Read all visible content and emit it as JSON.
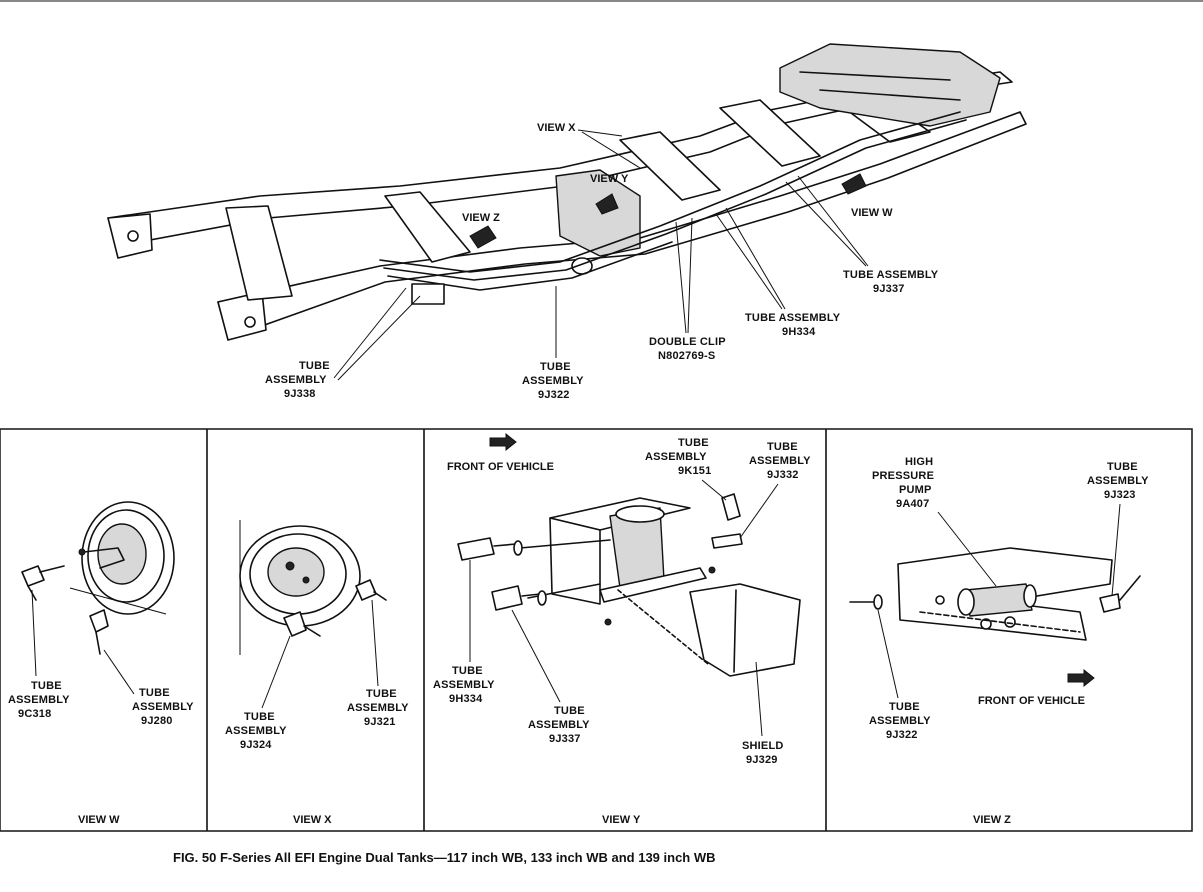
{
  "main_view": {
    "view_labels": {
      "x": "VIEW X",
      "y": "VIEW Y",
      "z": "VIEW Z",
      "w": "VIEW W"
    },
    "callouts": [
      {
        "id": "tube-9j337",
        "lines": [
          "TUBE ASSEMBLY",
          "9J337"
        ]
      },
      {
        "id": "tube-9h334",
        "lines": [
          "TUBE ASSEMBLY",
          "9H334"
        ]
      },
      {
        "id": "double-clip",
        "lines": [
          "DOUBLE CLIP",
          "N802769-S"
        ]
      },
      {
        "id": "tube-9j322",
        "lines": [
          "TUBE",
          "ASSEMBLY",
          "9J322"
        ]
      },
      {
        "id": "tube-9j338",
        "lines": [
          "TUBE",
          "ASSEMBLY",
          "9J338"
        ]
      }
    ]
  },
  "panels": [
    {
      "id": "view-w",
      "title": "VIEW W",
      "callouts": [
        {
          "id": "tube-9c318",
          "lines": [
            "TUBE",
            "ASSEMBLY",
            "9C318"
          ]
        },
        {
          "id": "tube-9j280",
          "lines": [
            "TUBE",
            "ASSEMBLY",
            "9J280"
          ]
        }
      ]
    },
    {
      "id": "view-x",
      "title": "VIEW X",
      "callouts": [
        {
          "id": "tube-9j324",
          "lines": [
            "TUBE",
            "ASSEMBLY",
            "9J324"
          ]
        },
        {
          "id": "tube-9j321",
          "lines": [
            "TUBE",
            "ASSEMBLY",
            "9J321"
          ]
        }
      ]
    },
    {
      "id": "view-y",
      "title": "VIEW Y",
      "front_label": "FRONT OF VEHICLE",
      "callouts": [
        {
          "id": "tube-9k151",
          "lines": [
            "TUBE",
            "ASSEMBLY",
            "9K151"
          ]
        },
        {
          "id": "tube-9j332",
          "lines": [
            "TUBE",
            "ASSEMBLY",
            "9J332"
          ]
        },
        {
          "id": "tube-9h334",
          "lines": [
            "TUBE",
            "ASSEMBLY",
            "9H334"
          ]
        },
        {
          "id": "tube-9j337",
          "lines": [
            "TUBE",
            "ASSEMBLY",
            "9J337"
          ]
        },
        {
          "id": "shield-9j329",
          "lines": [
            "SHIELD",
            "9J329"
          ]
        }
      ]
    },
    {
      "id": "view-z",
      "title": "VIEW Z",
      "front_label": "FRONT OF VEHICLE",
      "callouts": [
        {
          "id": "pump-9a407",
          "lines": [
            "HIGH",
            "PRESSURE",
            "PUMP",
            "9A407"
          ]
        },
        {
          "id": "tube-9j323",
          "lines": [
            "TUBE",
            "ASSEMBLY",
            "9J323"
          ]
        },
        {
          "id": "tube-9j322",
          "lines": [
            "TUBE",
            "ASSEMBLY",
            "9J322"
          ]
        }
      ]
    }
  ],
  "caption": "FIG. 50 F-Series All EFI Engine Dual Tanks—117 inch WB, 133 inch WB and 139 inch WB"
}
